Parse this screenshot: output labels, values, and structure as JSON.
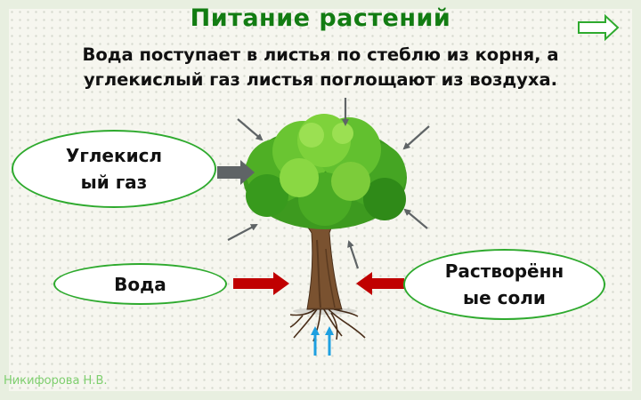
{
  "slide": {
    "title": "Питание  растений",
    "subtitle_line1": "Вода поступает в листья по стеблю из корня, а",
    "subtitle_line2": "углекислый газ листья поглощают из воздуха.",
    "co2_line1": "Углекисл",
    "co2_line2": "ый газ",
    "water": "Вода",
    "salts_line1": "Растворённ",
    "salts_line2": "ые соли",
    "author": "Никифорова Н.В."
  },
  "colors": {
    "title": "#127c12",
    "oval_border": "#2eaa2e",
    "red_arrow": "#c00000",
    "gray_arrow": "#5f6466",
    "blue_arrow": "#1ea0e0",
    "nav_arrow": "#2eaa2e"
  },
  "icons": {
    "nav": "arrow-right-outline-icon",
    "tree": "tree-illustration"
  }
}
